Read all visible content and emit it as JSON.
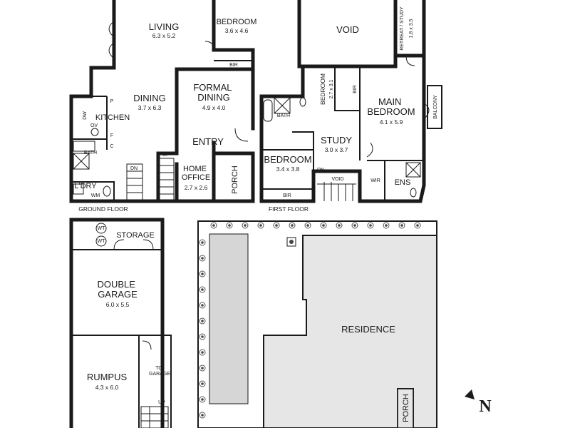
{
  "ground_floor": {
    "caption": "GROUND FLOOR",
    "rooms": [
      {
        "name": "LIVING",
        "size": "6.3 x 5.2"
      },
      {
        "name": "BEDROOM",
        "size": "3.6 x 4.6"
      },
      {
        "name": "DINING",
        "size": "3.7 x 6.3"
      },
      {
        "name": "FORMAL DINING",
        "size": "4.9 x 4.0"
      },
      {
        "name": "KITCHEN"
      },
      {
        "name": "ENTRY"
      },
      {
        "name": "HOME OFFICE",
        "size": "2.7 x 2.6"
      },
      {
        "name": "PORCH"
      },
      {
        "name": "BATH"
      },
      {
        "name": "L'DRY"
      }
    ],
    "tags": [
      "BIR",
      "P",
      "DW",
      "OV",
      "F",
      "C",
      "UP",
      "DN",
      "WM"
    ]
  },
  "first_floor": {
    "caption": "FIRST FLOOR",
    "rooms": [
      {
        "name": "VOID"
      },
      {
        "name": "RETREAT / STUDY",
        "size": "1.8 x 3.5"
      },
      {
        "name": "BEDROOM",
        "size": "2.7 x 3.1"
      },
      {
        "name": "MAIN BEDROOM",
        "size": "4.1 x 5.9"
      },
      {
        "name": "BATH"
      },
      {
        "name": "STUDY",
        "size": "3.0 x 3.7"
      },
      {
        "name": "BEDROOM",
        "size": "3.4 x 3.8"
      },
      {
        "name": "ENS"
      },
      {
        "name": "BALCONY"
      }
    ],
    "tags": [
      "BIR",
      "BIR",
      "DN",
      "VOID",
      "WIR"
    ]
  },
  "garage_level": {
    "rooms": [
      {
        "name": "STORAGE"
      },
      {
        "name": "DOUBLE GARAGE",
        "size": "6.0 x 5.5"
      },
      {
        "name": "RUMPUS",
        "size": "4.3 x 6.0"
      },
      {
        "name": "TO GARAGE"
      }
    ],
    "tags": [
      "WT",
      "WT",
      "UP"
    ]
  },
  "site_plan": {
    "residence": "RESIDENCE",
    "porch": "PORCH"
  },
  "compass": {
    "letter": "N",
    "icon": "north-arrow-icon"
  },
  "colors": {
    "walls": "#1a1a1a",
    "site_fill": "#e6e6e6",
    "pool_fill": "#d6d6d6",
    "background": "#ffffff"
  }
}
